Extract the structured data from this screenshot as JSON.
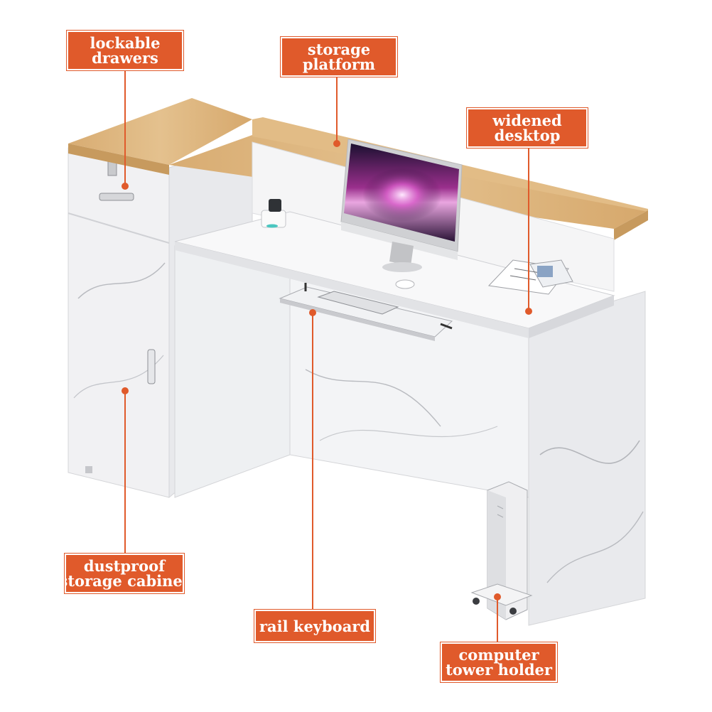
{
  "labels": {
    "lockable_drawers": [
      "lockable",
      "drawers"
    ],
    "storage_platform": [
      "storage",
      "platform"
    ],
    "widened_desktop": [
      "widened",
      "desktop"
    ],
    "dustproof_storage_cabinet": [
      "dustproof",
      "storage cabinet"
    ],
    "rail_keyboard": [
      "rail keyboard"
    ],
    "computer_tower_holder": [
      "computer",
      "tower holder"
    ]
  },
  "colors": {
    "callout_fill": "#e05a2b",
    "leader_line": "#e05a2b",
    "marble": "#f2f2f3",
    "marble_shadow": "#dcdde0",
    "wood_top": "#dcb47c",
    "monitor_frame": "#d9dadc"
  }
}
